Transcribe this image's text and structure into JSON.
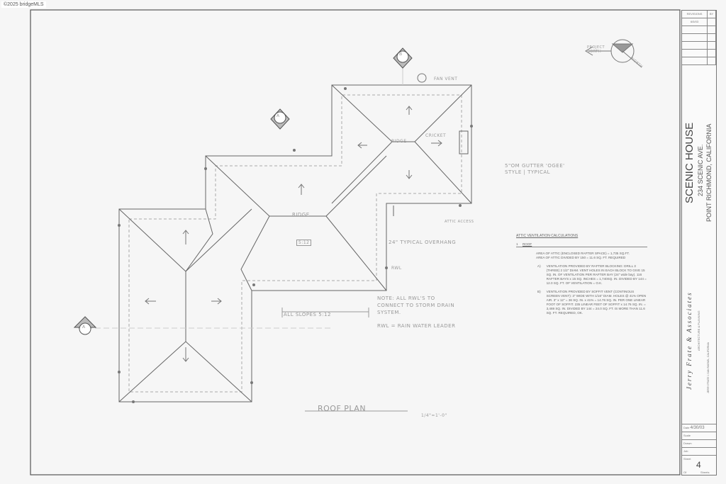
{
  "watermark": "©2025 bridgeMLS",
  "plan": {
    "title": "ROOF PLAN",
    "scale": "1/4\"=1'-0\"",
    "section_marks": [
      "B",
      "A",
      "A"
    ],
    "notes": {
      "all_slopes": "ALL SLOPES 5:12",
      "note": "NOTE: ALL RWL'S TO CONNECT TO STORM DRAIN SYSTEM.",
      "rwl": "RWL = RAIN WATER LEADER",
      "gutter": "5\"OM GUTTER 'OGEE' STYLE | TYPICAL",
      "overhang": "24\" TYPICAL OVERHANG",
      "cricket": "CRICKET",
      "ridge": "RIDGE",
      "fan_vent": "FAN VENT",
      "roof_pitch": "5:12",
      "attic_access": "ATTIC ACCESS",
      "rwl_label": "RWL"
    },
    "north": {
      "project": "PROJECT NORTH",
      "true": "NORTH"
    }
  },
  "calc": {
    "title": "ATTIC VENTILATION CALCULATIONS",
    "section_num": "1",
    "section": "ROOF",
    "area1": "AREA OF ATTIC (ENCLOSED RAFTER SPACE) = 1,735 SQ.FT.",
    "area2": "AREA OF ATTIC DIVIDED BY 150 = 11.6 SQ. FT. REQUIRED",
    "a_label": "A)",
    "a_text": "VENTILATION PROVIDED BY RAFTER BLOCKING: DRILL 3 (THREE) 2 1/2\" DIAM. VENT HOLES IN EACH BLOCK TO GIVE 15 SQ. IN. OF VENTILATION PER RAFTER BAY (24\" wide bay). 116 RAFTER BAYS x 15 SQ. INCHES = 1,740SQ. IN. DIVIDED BY 144 = 12.0 SQ. FT. OF VENTILATION = O.K.",
    "b_label": "B)",
    "b_text": "VENTILATION PROVIDED BY SOFFIT VENT (CONTINOUS SCREEN VENT): 3\" WIDE WITH 1/16\" DIAM. HOLES @ 41% OPEN AIR. 3\" x 12\" = 36 SQ. IN. x 41% = 14.76 SQ. IN. PER ONE LINEAR FOOT OF SOFFIT. 235 LINEAR FEET OF SOFFIT x 14.76 SQ. IN. = 3,469 SQ. IN. DIVIDED BY 144 = 24.0 SQ. FT. IS MORE THAN 11.6 SQ. FT. REQUIRED, OK."
  },
  "title_block": {
    "rev_header": "REVISIONS",
    "by_header": "BY",
    "rev1": "6/5/03",
    "project": "SCENIC HOUSE",
    "address": "234 SCENIC AVE.",
    "city": "POINT RICHMOND, CALIFORNIA",
    "firm": "Jerry Frate & Associates",
    "firm_sub": "ARCHITECTURE & PLANNING",
    "firm_addr": "JERRY FRATE 1 SAN RAFAEL, CALIFORNIA",
    "date_label": "Date",
    "date": "4/30/03",
    "scale_label": "Scale",
    "drawn_label": "Drawn",
    "job_label": "Job",
    "sheet_label": "Sheet",
    "sheet": "4",
    "of_label": "Of",
    "sheets_label": "Sheets"
  }
}
